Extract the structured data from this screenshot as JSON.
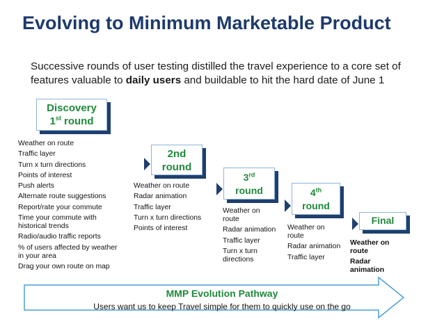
{
  "title": "Evolving to Minimum Marketable Product",
  "subtitle": {
    "part1": "Successive rounds of user testing distilled the travel experience to a core set of features valuable to ",
    "bold": "daily users",
    "part2": " and buildable to hit the hard date of June 1"
  },
  "rounds": [
    {
      "label_line1": "Discovery",
      "label_num": "1",
      "label_sup": "st",
      "label_word": "round",
      "features": [
        "Weather on route",
        "Traffic layer",
        "Turn x turn directions",
        "Points of interest",
        "Push alerts",
        "Alternate route suggestions",
        "Report/rate your commute",
        "Time your commute with historical trends",
        "Radio/audio traffic reports",
        "% of users affected by weather in your area",
        "Drag your own route on map"
      ]
    },
    {
      "label_line1": "2nd",
      "label_word": "round",
      "features": [
        "Weather on route",
        "Radar animation",
        "Traffic layer",
        "Turn x turn directions",
        "Points of interest"
      ]
    },
    {
      "label_num": "3",
      "label_sup": "rd",
      "label_word": "round",
      "features": [
        "Weather on route",
        "Radar animation",
        "Traffic layer",
        "Turn x turn directions"
      ]
    },
    {
      "label_num": "4",
      "label_sup": "th",
      "label_word": "round",
      "features": [
        "Weather on route",
        "Radar animation",
        "Traffic layer"
      ]
    },
    {
      "label_line1": "Final",
      "features": [
        "Weather on route",
        "Radar animation"
      ]
    }
  ],
  "pathway": {
    "title": "MMP Evolution Pathway",
    "text": "Users want us to keep Travel simple for them to quickly use on the go"
  },
  "colors": {
    "title": "#1d3a6b",
    "green": "#1e8a3a",
    "shadow": "#1f3f6e",
    "arrow_border": "#4a9fd4"
  }
}
